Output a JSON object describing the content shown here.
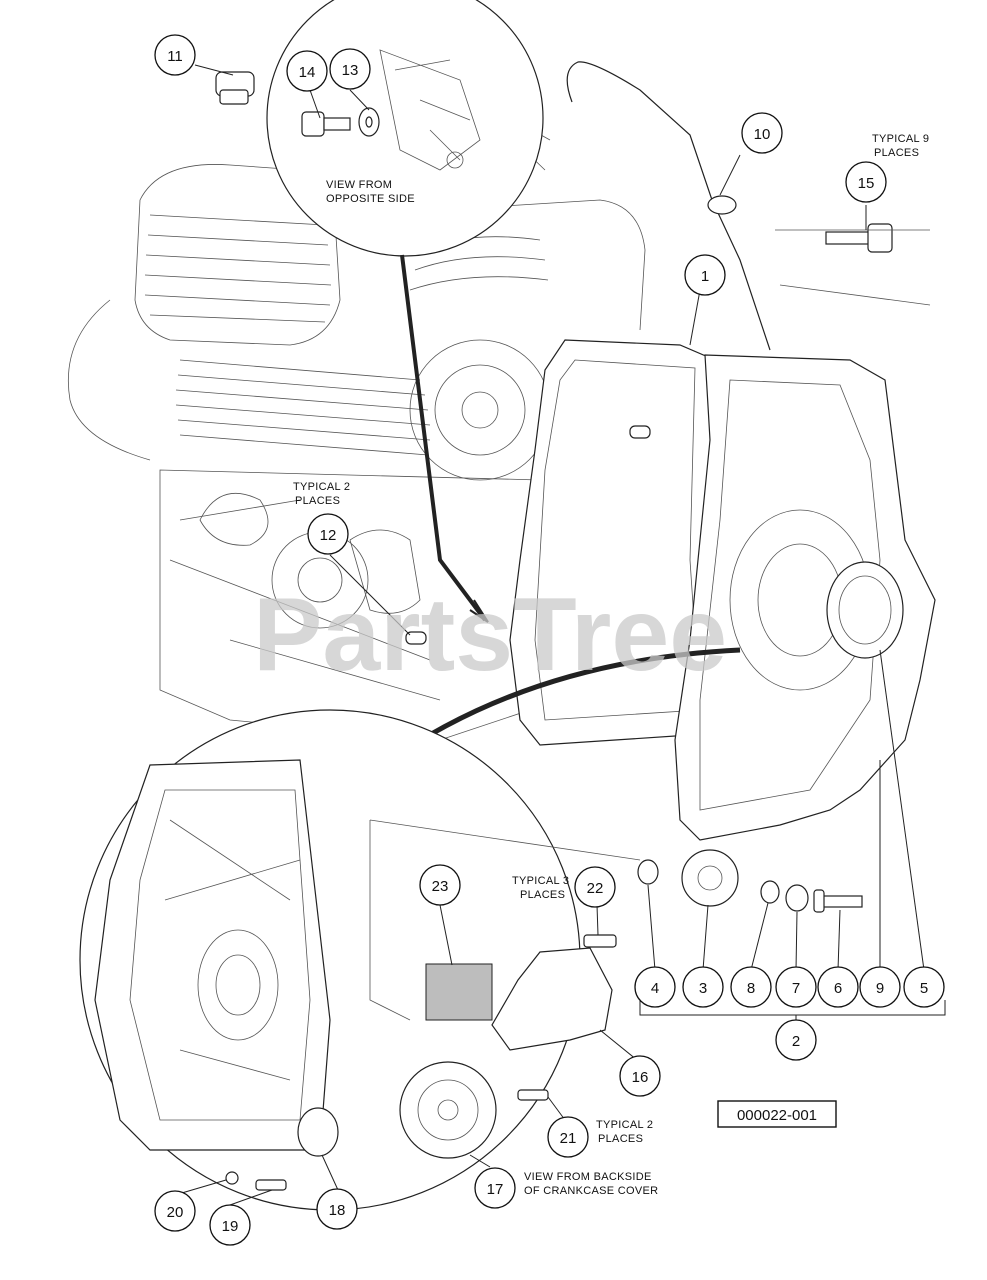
{
  "callouts": [
    {
      "label": "1"
    },
    {
      "label": "2"
    },
    {
      "label": "3"
    },
    {
      "label": "4"
    },
    {
      "label": "5"
    },
    {
      "label": "6"
    },
    {
      "label": "7"
    },
    {
      "label": "8"
    },
    {
      "label": "9"
    },
    {
      "label": "10"
    },
    {
      "label": "11"
    },
    {
      "label": "12"
    },
    {
      "label": "13"
    },
    {
      "label": "14"
    },
    {
      "label": "15"
    },
    {
      "label": "16"
    },
    {
      "label": "17"
    },
    {
      "label": "18"
    },
    {
      "label": "19"
    },
    {
      "label": "20"
    },
    {
      "label": "21"
    },
    {
      "label": "22"
    },
    {
      "label": "23"
    }
  ],
  "notes": {
    "view_opposite_1": "VIEW FROM",
    "view_opposite_2": "OPPOSITE SIDE",
    "typical_9_1": "TYPICAL 9",
    "typical_9_2": "PLACES",
    "typical_2a_1": "TYPICAL 2",
    "typical_2a_2": "PLACES",
    "typical_3_1": "TYPICAL 3",
    "typical_3_2": "PLACES",
    "typical_2b_1": "TYPICAL 2",
    "typical_2b_2": "PLACES",
    "view_backside_1": "VIEW FROM BACKSIDE",
    "view_backside_2": "OF CRANKCASE COVER"
  },
  "diagram_code": "000022-001",
  "watermark": "PartsTree"
}
